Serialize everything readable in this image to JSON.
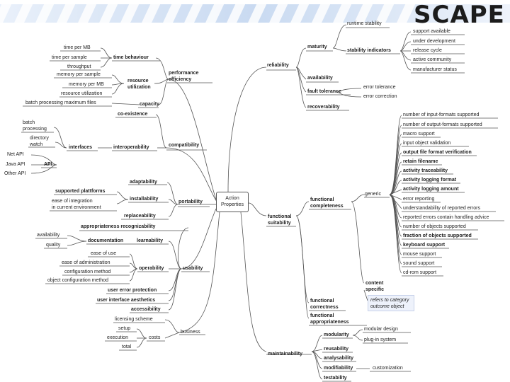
{
  "brand": "SCAPE",
  "center": [
    "Action",
    "Properties"
  ],
  "reliability": {
    "label": "reliability",
    "maturity": "maturity",
    "runtime_stability": "runtime stability",
    "stability_indicators": "stability indicators",
    "indicators": [
      "support available",
      "under development",
      "release cycle",
      "active community",
      "manufacturer status"
    ],
    "availability": "availability",
    "fault_tolerance": "fault tolerance",
    "fault_items": [
      "error tolerance",
      "error correction"
    ],
    "recoverability": "recoverability"
  },
  "performance": {
    "label": [
      "performance",
      "efficiency"
    ],
    "time_behaviour": "time behaviour",
    "time_items": [
      "time per MB",
      "time per sample",
      "throughput"
    ],
    "resource": [
      "resource",
      "utilization"
    ],
    "resource_items": [
      "memory per sample",
      "memory per MB",
      "resource utilization"
    ],
    "capacity": "capacity",
    "capacity_item": "batch processing maximum files"
  },
  "compatibility": {
    "label": "compatibility",
    "coexistence": "co-existence",
    "interoperability": "interoperability",
    "interfaces": "interfaces",
    "interface_items": [
      [
        "batch",
        "processing"
      ],
      [
        "directory",
        "watch"
      ]
    ],
    "api": "API",
    "api_items": [
      "Net API",
      "Java API",
      "Other API"
    ]
  },
  "portability": {
    "label": "portability",
    "adaptability": "adaptability",
    "installability": "installability",
    "install_items": [
      "supported plattforms",
      "ease of integration",
      "in current environment"
    ],
    "replaceability": "replaceability"
  },
  "usability": {
    "label": "usability",
    "appropriateness": "appropriateness recognizability",
    "learnability": "learnability",
    "documentation": "documentation",
    "doc_items": [
      "availability",
      "quality"
    ],
    "operability": "operability",
    "operability_items": [
      "ease of use",
      "ease of administration",
      "configuration method",
      "object configuration method"
    ],
    "user_error": "user error protection",
    "ui_aesthetics": "user interface aesthetics",
    "accessibility": "accessibility"
  },
  "business": {
    "label": "business",
    "licensing": "licensing scheme",
    "costs": "costs",
    "cost_items": [
      "setup",
      "execution",
      "total"
    ]
  },
  "functional": {
    "label": [
      "functional",
      "suitability"
    ],
    "completeness": [
      "functional",
      "completeness"
    ],
    "generic": "generic",
    "generic_items": [
      "number of input-formats supported",
      "number of output-formats supported",
      "macro support",
      "input object validation",
      "output file format verification",
      "retain filename",
      "activity traceability",
      "activity logging format",
      "activity logging amount",
      "error reporting",
      "understandability of reported errors",
      "reported errors contain handling advice",
      "number of objects supported",
      "fraction of objects supported",
      "keyboard support",
      "mouse support",
      "sound support",
      "cd-rom support"
    ],
    "content_specific": [
      "content",
      "specific"
    ],
    "note": [
      "refers to category",
      "outcome object"
    ],
    "correctness": [
      "functional",
      "correctness"
    ],
    "appropriateness": [
      "functional",
      "appropriateness"
    ]
  },
  "maintainability": {
    "label": "maintainability",
    "modularity": "modularity",
    "modularity_items": [
      "modular design",
      "plug-in system"
    ],
    "reusability": "reusability",
    "analysability": "analysability",
    "modifiability": "modifiability",
    "customization": "customization",
    "testability": "testability"
  }
}
